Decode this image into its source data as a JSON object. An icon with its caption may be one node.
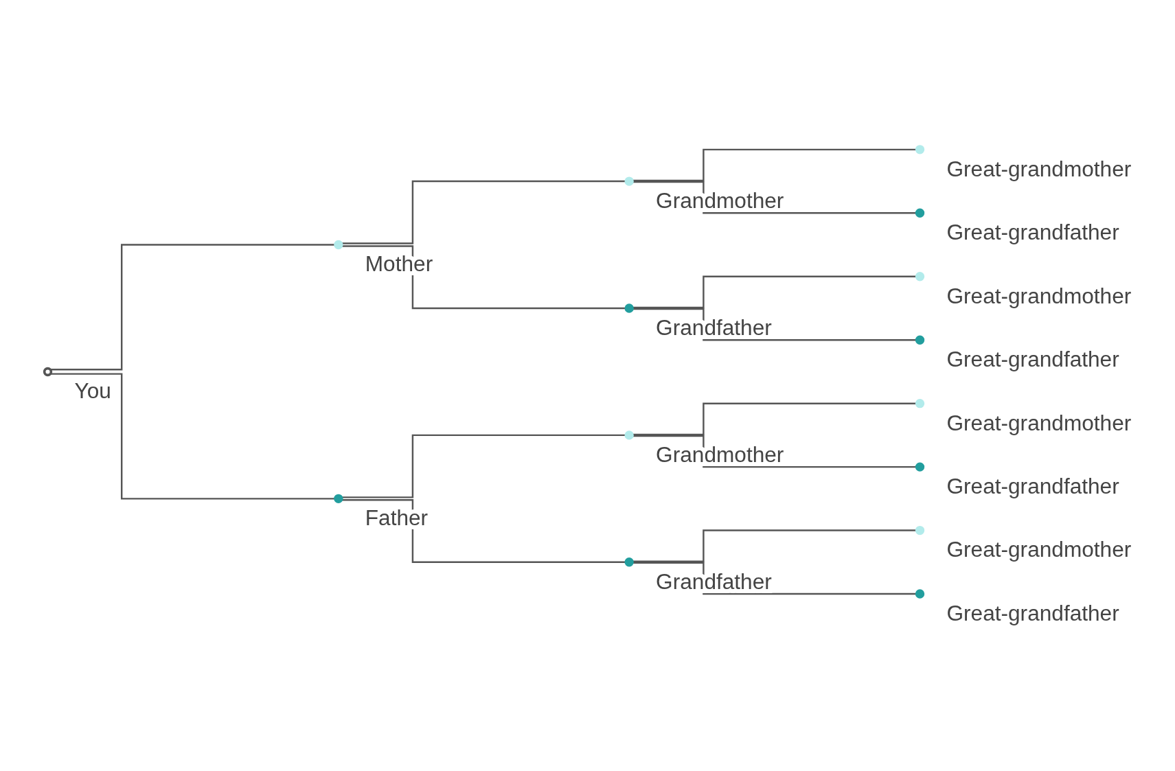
{
  "diagram": {
    "nodes": [
      {
        "text": [],
        "shape": "circle",
        "beside": [
          "You"
        ]
      },
      {
        "text": [],
        "shape": "circle",
        "beside": [
          "Mother"
        ]
      },
      {
        "text": [],
        "shape": "circle",
        "beside": [
          "Father"
        ]
      },
      {
        "text": [],
        "shape": "circle",
        "beside": [
          "Grandmother"
        ]
      },
      {
        "text": [],
        "shape": "circle",
        "beside": [
          "Grandfather"
        ]
      },
      {
        "text": [],
        "shape": "circle",
        "beside": [
          "Grandmother"
        ]
      },
      {
        "text": [],
        "shape": "circle",
        "beside": [
          "Grandfather"
        ]
      },
      {
        "text": [],
        "shape": "circle",
        "beside": [
          "Great-grandmother"
        ]
      },
      {
        "text": [],
        "shape": "circle",
        "beside": [
          "Great-grandfather"
        ]
      },
      {
        "text": [],
        "shape": "circle",
        "beside": [
          "Great-grandmother"
        ]
      },
      {
        "text": [],
        "shape": "circle",
        "beside": [
          "Great-grandfather"
        ]
      },
      {
        "text": [],
        "shape": "circle",
        "beside": [
          "Great-grandmother"
        ]
      },
      {
        "text": [],
        "shape": "circle",
        "beside": [
          "Great-grandfather"
        ]
      },
      {
        "text": [],
        "shape": "circle",
        "beside": [
          "Great-grandmother"
        ]
      },
      {
        "text": [],
        "shape": "circle",
        "beside": [
          "Great-grandfather"
        ]
      }
    ],
    "edges": [
      {
        "from": 0,
        "to": 1,
        "arrow": "none"
      },
      {
        "from": 0,
        "to": 2,
        "arrow": "none"
      },
      {
        "from": 1,
        "to": 3,
        "arrow": "none"
      },
      {
        "from": 1,
        "to": 4,
        "arrow": "none"
      },
      {
        "from": 2,
        "to": 5,
        "arrow": "none"
      },
      {
        "from": 2,
        "to": 6,
        "arrow": "none"
      },
      {
        "from": 3,
        "to": 7,
        "arrow": "none"
      },
      {
        "from": 3,
        "to": 8,
        "arrow": "none"
      },
      {
        "from": 4,
        "to": 9,
        "arrow": "none"
      },
      {
        "from": 4,
        "to": 10,
        "arrow": "none"
      },
      {
        "from": 5,
        "to": 11,
        "arrow": "none"
      },
      {
        "from": 5,
        "to": 12,
        "arrow": "none"
      },
      {
        "from": 6,
        "to": 13,
        "arrow": "none"
      },
      {
        "from": 6,
        "to": 14,
        "arrow": "none"
      }
    ]
  }
}
